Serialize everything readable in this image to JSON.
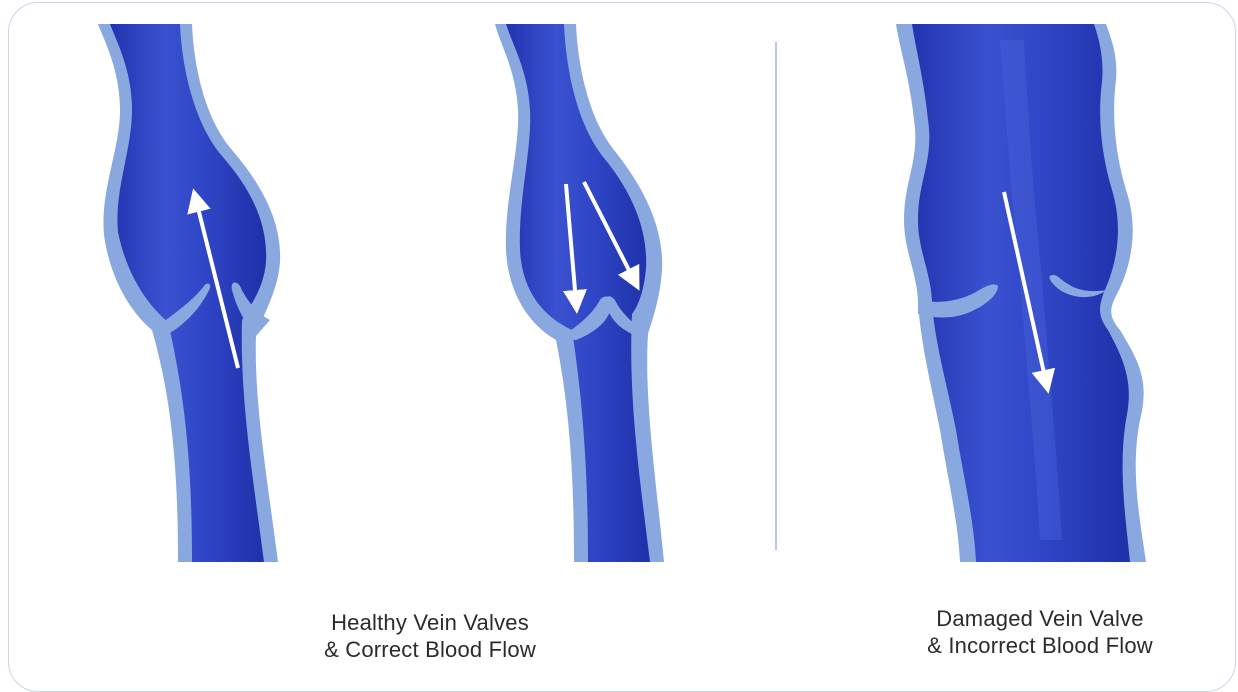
{
  "captions": {
    "healthy": {
      "line1": "Healthy Vein Valves",
      "line2": "& Correct Blood Flow"
    },
    "damaged": {
      "line1": "Damaged Vein Valve",
      "line2": "& Incorrect Blood Flow"
    }
  },
  "colors": {
    "vein_outer": "#8aa8e0",
    "vein_inner": "#2a40c0",
    "vein_highlight": "#4a62d6",
    "arrow": "#ffffff",
    "divider": "#b9c8e6",
    "frame": "#c9d6ea",
    "caption_text": "#2b2b2b"
  },
  "panels": [
    {
      "name": "healthy-open-valve",
      "flow": "up"
    },
    {
      "name": "healthy-closed-valve",
      "flow": "down"
    },
    {
      "name": "damaged-valve",
      "flow": "down"
    }
  ]
}
